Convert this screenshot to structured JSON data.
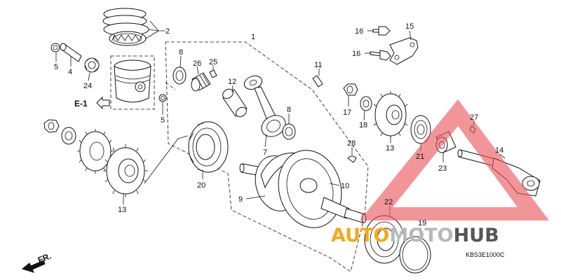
{
  "labels": {
    "p1": "1",
    "p2": "2",
    "p4": "4",
    "p5a": "5",
    "p5b": "5",
    "p7": "7",
    "p8a": "8",
    "p8b": "8",
    "p9": "9",
    "p10": "10",
    "p11": "11",
    "p12": "12",
    "p13a": "13",
    "p13b": "13",
    "p14": "14",
    "p15": "15",
    "p16a": "16",
    "p16b": "16",
    "p17": "17",
    "p18": "18",
    "p19": "19",
    "p20": "20",
    "p21": "21",
    "p22": "22",
    "p23": "23",
    "p24": "24",
    "p25": "25",
    "p26": "26",
    "p27": "27",
    "p28": "28"
  },
  "reference": "E-1",
  "front_marker": "FR.",
  "diagram_code": "KBS3E1000C",
  "watermark": {
    "text_orange": "AUTO",
    "text_grey": "MOTO",
    "text_dark": "HUB",
    "color_orange": "#f4a81d",
    "color_grey": "#b8b8b8",
    "color_dark": "#555555",
    "triangle_color": "#e8545a"
  }
}
